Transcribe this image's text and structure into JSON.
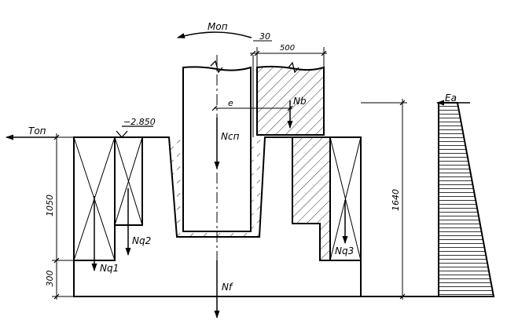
{
  "labels": {
    "moment": "Mоп",
    "dim_gap": "30",
    "dim_width": "500",
    "force_nb": "Nb",
    "eccentricity": "e",
    "force_ncol": "Nсп",
    "level": "−2.850",
    "force_top": "Tоп",
    "force_ng1": "Nq1",
    "force_ng2": "Nq2",
    "force_ng3": "Nq3",
    "force_nf": "Nf",
    "dim_1050": "1050",
    "dim_300": "300",
    "dim_1640": "1640",
    "pressure_e": "Eа"
  }
}
